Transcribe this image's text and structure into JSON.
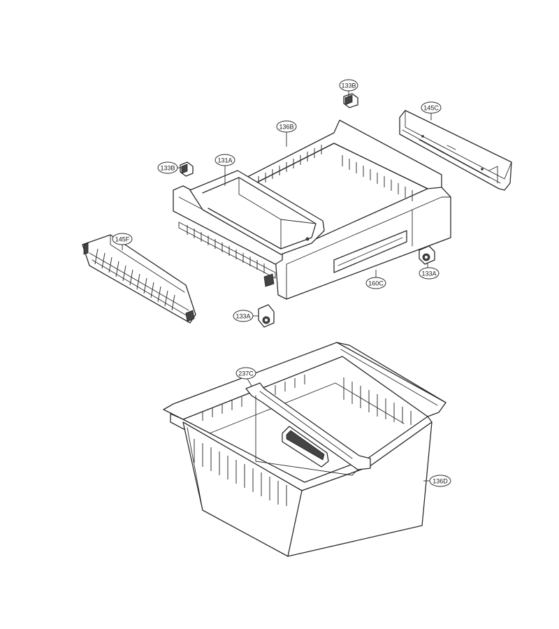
{
  "callouts": [
    {
      "id": "c-133b-top",
      "label": "133B"
    },
    {
      "id": "c-145c",
      "label": "145C"
    },
    {
      "id": "c-136b",
      "label": "136B"
    },
    {
      "id": "c-133b-left",
      "label": "133B"
    },
    {
      "id": "c-131a",
      "label": "131A"
    },
    {
      "id": "c-145f",
      "label": "145F"
    },
    {
      "id": "c-133a-right",
      "label": "133A"
    },
    {
      "id": "c-160c",
      "label": "160C"
    },
    {
      "id": "c-133a-left",
      "label": "133A"
    },
    {
      "id": "c-237c",
      "label": "237C"
    },
    {
      "id": "c-136d",
      "label": "136D"
    }
  ]
}
